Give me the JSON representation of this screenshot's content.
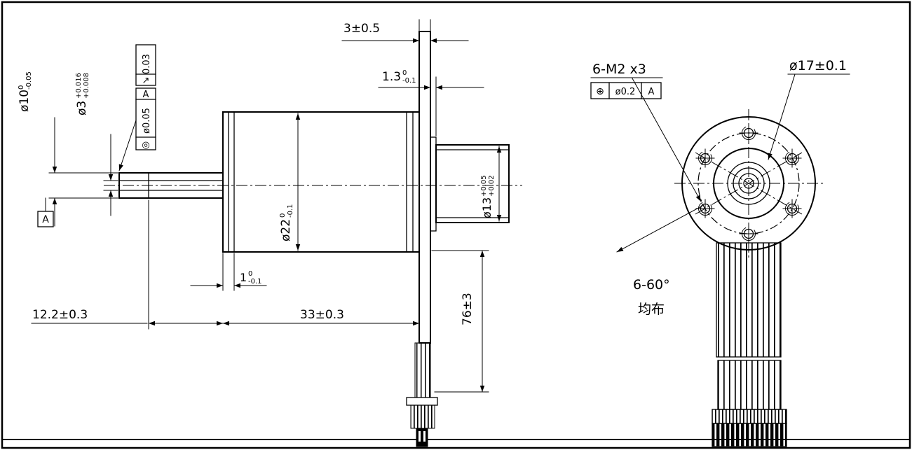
{
  "page": {
    "bg": "#ffffff",
    "line_color": "#000000"
  },
  "side_view": {
    "dim_top_width": {
      "text": "3±0.5"
    },
    "dim_step": {
      "main": "1.3",
      "tol_top": "0",
      "tol_bot": "-0.1"
    },
    "dim_shaft_d10": {
      "main": "ø10",
      "tol_top": "0",
      "tol_bot": "-0.05"
    },
    "dim_shaft_d3": {
      "main": "ø3",
      "tol_top": "+0.016",
      "tol_bot": "+0.008"
    },
    "fcf_runout": {
      "symbol": "↗",
      "value": "0.03"
    },
    "fcf_concentricity": {
      "symbol": "◎",
      "value": "ø0.05",
      "datum": "A"
    },
    "dim_body_d22": {
      "main": "ø22",
      "tol_top": "0",
      "tol_bot": "-0.1"
    },
    "dim_boss_d13": {
      "main": "ø13",
      "tol_top": "+0.05",
      "tol_bot": "+0.02"
    },
    "dim_flange": {
      "main": "1",
      "tol_top": "0",
      "tol_bot": "-0.1"
    },
    "dim_shaft_len": {
      "text": "12.2±0.3"
    },
    "dim_body_len": {
      "text": "33±0.3"
    },
    "dim_cable_len": {
      "text": "76±3"
    },
    "datum": {
      "label": "A"
    }
  },
  "front_view": {
    "thread_note": {
      "text": "6-M2 x3"
    },
    "fcf_position": {
      "symbol": "⊕",
      "value": "ø0.2",
      "datum": "A"
    },
    "dim_bolt_circle": {
      "text": "ø17±0.1"
    },
    "angle_note": {
      "text": "6-60°"
    },
    "spacing_note": {
      "text": "均布"
    }
  }
}
